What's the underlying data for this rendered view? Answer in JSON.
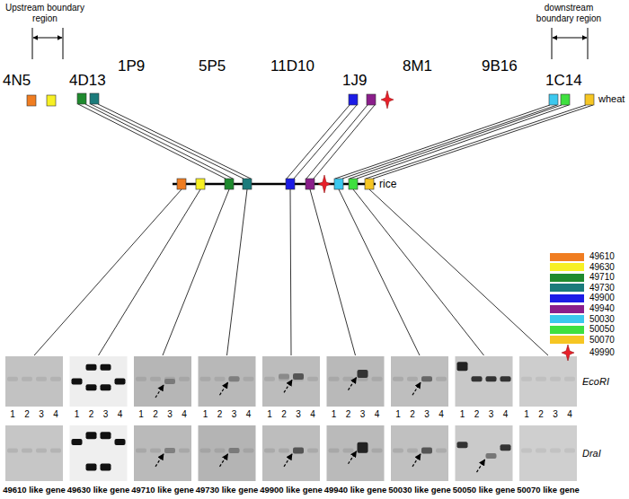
{
  "diagram": {
    "nodes": [
      {
        "text": [
          "4N5"
        ]
      },
      {
        "text": [
          "4D13"
        ]
      },
      {
        "text": [
          "1P9"
        ]
      },
      {
        "text": [
          "5P5"
        ]
      },
      {
        "text": [
          "11D10"
        ]
      },
      {
        "text": [
          "1J9"
        ]
      },
      {
        "text": [
          "8M1"
        ]
      },
      {
        "text": [
          "9B16"
        ]
      },
      {
        "text": [
          "1C14"
        ]
      }
    ],
    "labels": [
      "Upstream boundary region",
      "downstream boundary region",
      "wheat",
      "rice",
      "EcoRI",
      "DraI",
      "49610 like gene",
      "49630 like gene",
      "49710 like gene",
      "49730 like gene",
      "49900 like gene",
      "49940 like gene",
      "50030 like gene",
      "50050 like gene",
      "50070 like gene",
      "1 2 3 4",
      "1 2 3 4",
      "1 2 3 4",
      "1 2 3 4",
      "1 2 3 4",
      "1 2 3 4",
      "1 2 3 4",
      "1 2 3 4",
      "1 2 3 4"
    ],
    "legend": [
      {
        "text": "49610",
        "color": "#f07d21"
      },
      {
        "text": "49630",
        "color": "#f7f024"
      },
      {
        "text": "49710",
        "color": "#1f8a2e"
      },
      {
        "text": "49730",
        "color": "#1b7b7b"
      },
      {
        "text": "49900",
        "color": "#1c1ce6"
      },
      {
        "text": "49940",
        "color": "#8b1e8b"
      },
      {
        "text": "50030",
        "color": "#3cc8ee"
      },
      {
        "text": "50050",
        "color": "#3fe03f"
      },
      {
        "text": "50070",
        "color": "#f6c623"
      },
      {
        "text": "49990"
      }
    ]
  }
}
